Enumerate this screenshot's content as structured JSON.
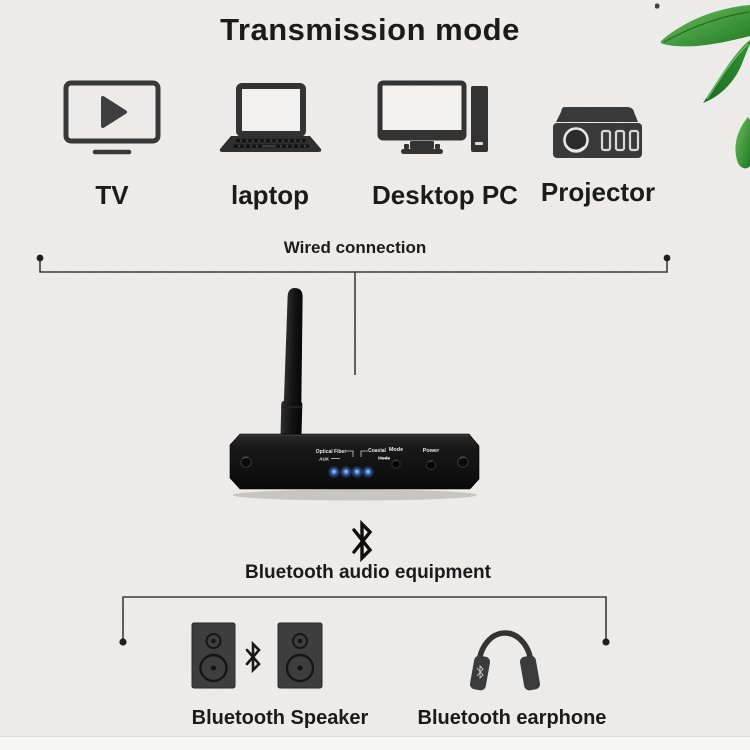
{
  "title": "Transmission mode",
  "sources": [
    {
      "label": "TV",
      "icon": "tv-icon"
    },
    {
      "label": "laptop",
      "icon": "laptop-icon"
    },
    {
      "label": "Desktop PC",
      "icon": "desktop-pc-icon"
    },
    {
      "label": "Projector",
      "icon": "projector-icon"
    }
  ],
  "wired": {
    "label": "Wired connection"
  },
  "transmitter": {
    "panel": {
      "optical_fiber": "Optical Fiber",
      "aux": "AUX",
      "coaxial": "Coaxial",
      "coaxial_mode": "Mode",
      "mode_button": "Mode",
      "power_button": "Power",
      "led_count": 4
    }
  },
  "bluetooth": {
    "symbol_icon": "bluetooth-icon",
    "label": "Bluetooth audio equipment"
  },
  "outputs": [
    {
      "label": "Bluetooth Speaker",
      "icon": "bluetooth-speaker-icon"
    },
    {
      "label": "Bluetooth earphone",
      "icon": "bluetooth-earphone-icon"
    }
  ],
  "colors": {
    "background": "#edeceb",
    "text": "#1b1b1b",
    "connector_line": "#3c3c3c",
    "icon_gray": "#383838",
    "device_black": "#121212",
    "led_blue": "#4f8fe8",
    "leaf_green_dark": "#1f7a24",
    "leaf_green_light": "#6fc05e"
  }
}
